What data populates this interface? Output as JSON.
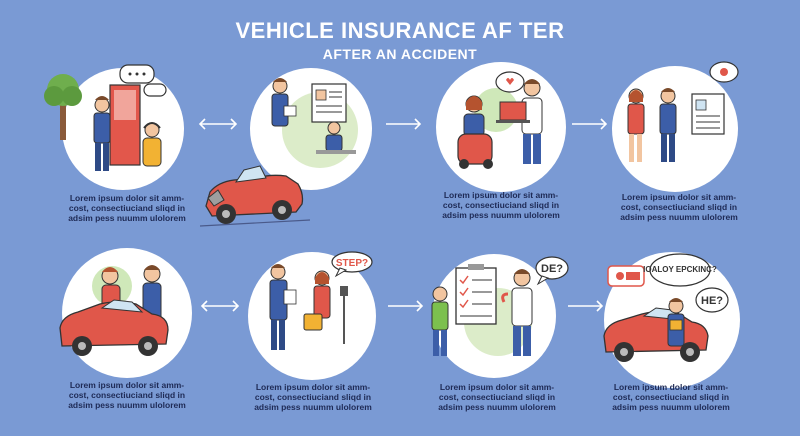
{
  "header": {
    "title": "VEHICLE INSURANCE  AF TER",
    "subtitle": "AFTER AN ACCIDENT"
  },
  "steps": [
    {
      "caption": [
        "Lorem ipsum dolor sit amm-",
        "cost, consectiuciand sliqd in",
        "adsim pess nuumm ulolorem"
      ]
    },
    {
      "caption": []
    },
    {
      "caption": [
        "Lorem ipsum dolor sit amm-",
        "cost, consectiuciand sliqd in",
        "adsim pess nuumm ulolorem"
      ]
    },
    {
      "caption": [
        "Lorem ipsum dolor sit amm-",
        "cost, consectiuciand sliqd in",
        "adsim pess nuumm ulolorem"
      ]
    },
    {
      "caption": [
        "Lorem ipsum dolor sit amm-",
        "cost, consectiuciand sliqd in",
        "adsim pess nuumm ulolorem"
      ]
    },
    {
      "caption": [
        "Lorem ipsum dolor sit amm-",
        "cost, consectiuciand sliqd in",
        "adsim pess nuumm ulolorem"
      ],
      "bubble": "STEP?"
    },
    {
      "caption": [
        "Lorem ipsum dolor sit amm-",
        "cost, consectiuciand sliqd in",
        "adsim pess nuumm ulolorem"
      ],
      "bubble": "DE?"
    },
    {
      "caption": [
        "Lorem ipsum dolor sit amm-",
        "cost, consectiuciand sliqd in",
        "adsim pess nuumm ulolorem"
      ],
      "bubble": "IOALOY EPCKINC?",
      "bubble2": "HE?"
    }
  ],
  "colors": {
    "background": "#7a9ad4",
    "circle": "#ffffff",
    "car_red": "#e0574a",
    "suit_blue": "#3c5ea8",
    "text_dark": "#1e2a55"
  },
  "icons": [
    "arrow-right-icon",
    "arrow-double-icon",
    "car-icon",
    "person-icon",
    "document-icon",
    "laptop-icon",
    "speech-bubble-icon",
    "tree-icon"
  ]
}
